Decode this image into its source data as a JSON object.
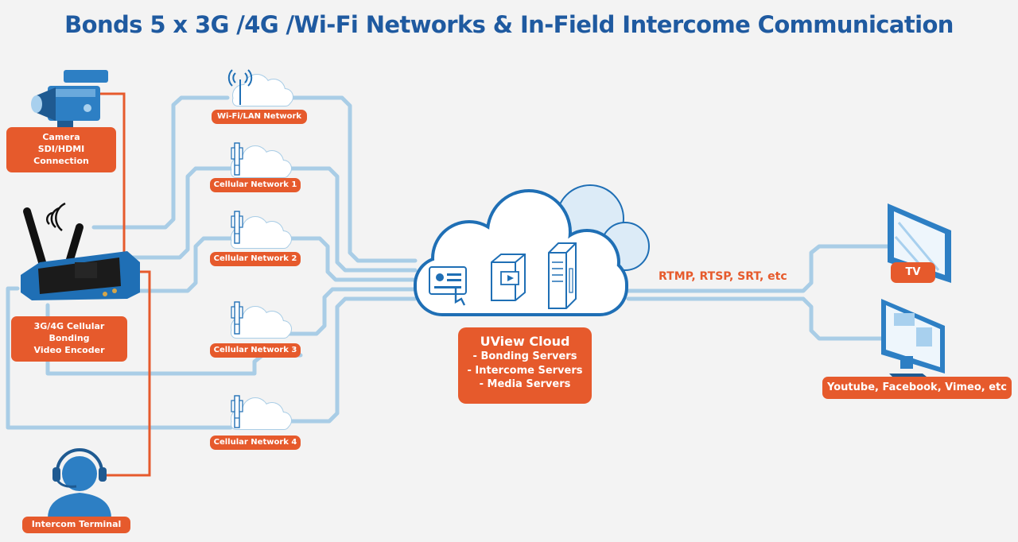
{
  "title": "Bonds 5 x 3G /4G /Wi-Fi Networks & In-Field Intercome Communication",
  "colors": {
    "accent": "#e65a2c",
    "title": "#1f5aa0",
    "line": "#a9cde6",
    "device": "#1f6fb5"
  },
  "devices": {
    "camera": {
      "line1": "Camera",
      "line2": "SDI/HDMI Connection",
      "icon": "video-camera-icon"
    },
    "encoder": {
      "line1": "3G/4G Cellular Bonding",
      "line2": "Video Encoder",
      "icon": "encoder-icon"
    },
    "intercom": {
      "label": "Intercom Terminal",
      "icon": "headset-user-icon"
    }
  },
  "networks": [
    {
      "label": "Wi-Fi/LAN Network",
      "icon": "wifi-antenna-icon"
    },
    {
      "label": "Cellular Network 1",
      "icon": "cell-tower-icon"
    },
    {
      "label": "Cellular Network 2",
      "icon": "cell-tower-icon"
    },
    {
      "label": "Cellular Network 3",
      "icon": "cell-tower-icon"
    },
    {
      "label": "Cellular Network 4",
      "icon": "cell-tower-icon"
    }
  ],
  "cloud": {
    "title": "UView Cloud",
    "items": [
      "- Bonding Servers",
      "- Intercome Servers",
      "- Media Servers"
    ],
    "icons": [
      "intercom-panel-icon",
      "media-server-icon",
      "server-rack-icon"
    ]
  },
  "protocols": "RTMP, RTSP, SRT, etc",
  "outputs": [
    {
      "label": "TV",
      "icon": "tv-icon"
    },
    {
      "label": "Youtube, Facebook, Vimeo, etc",
      "icon": "monitor-icon"
    }
  ]
}
